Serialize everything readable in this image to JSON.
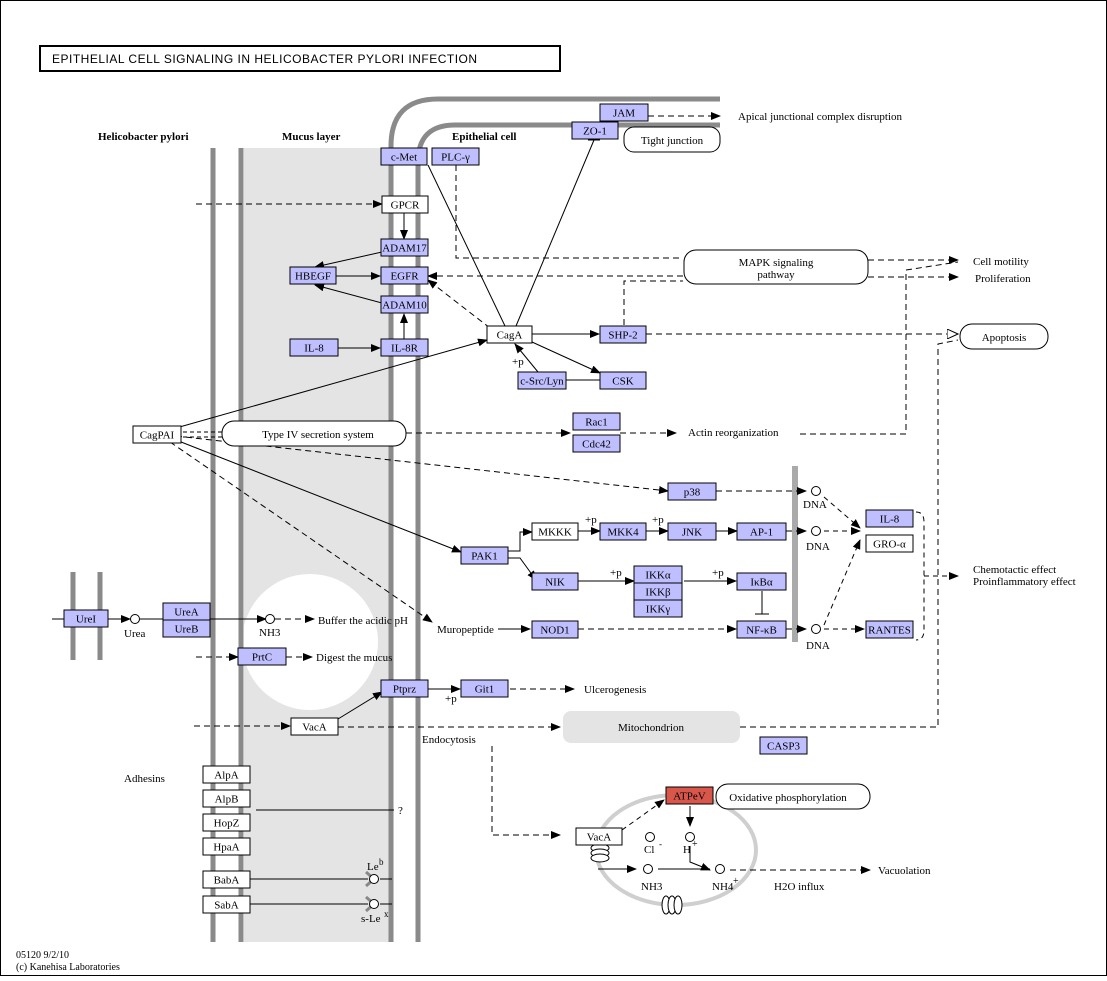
{
  "title": "EPITHELIAL CELL SIGNALING IN HELICOBACTER PYLORI INFECTION",
  "footer": {
    "id_date": "05120 9/2/10",
    "copyright": "(c) Kanehisa Laboratories"
  },
  "colors": {
    "gene_fill": "#bfbfff",
    "highlight_fill": "#d8564a",
    "compartment_gray": "#8a8a8a",
    "mucus_fill": "#e4e4e4"
  },
  "regions": {
    "h_pylori": "Helicobacter pylori",
    "mucus": "Mucus layer",
    "epithelial": "Epithelial cell"
  },
  "genes": {
    "cmet": "c-Met",
    "plcy": "PLC-γ",
    "jam": "JAM",
    "zo1": "ZO-1",
    "adam17": "ADAM17",
    "hbegf": "HBEGF",
    "egfr": "EGFR",
    "adam10": "ADAM10",
    "il8": "IL-8",
    "il8r": "IL-8R",
    "shp2": "SHP-2",
    "csrc": "c-Src/Lyn",
    "csk": "CSK",
    "rac1": "Rac1",
    "cdc42": "Cdc42",
    "p38": "p38",
    "pak1": "PAK1",
    "mkk4": "MKK4",
    "jnk": "JNK",
    "ap1": "AP-1",
    "nik": "NIK",
    "ikka": "IKKα",
    "ikkb": "IKKβ",
    "ikkg": "IKKγ",
    "ikba": "IκBα",
    "nod1": "NOD1",
    "nfkb": "NF-κB",
    "il8out": "IL-8",
    "rantes": "RANTES",
    "urei": "UreI",
    "urea_gene": "UreA",
    "ureb": "UreB",
    "prtc": "PrtC",
    "ptprz": "Ptprz",
    "git1": "Git1",
    "casp3": "CASP3",
    "atpev": "ATPeV"
  },
  "compounds": {
    "gpcr": "GPCR",
    "caga": "CagA",
    "cagpai": "CagPAI",
    "mkkk": "MKKK",
    "groa": "GRO-α",
    "vaca1": "VacA",
    "vaca2": "VacA",
    "alpa": "AlpA",
    "alpb": "AlpB",
    "hopz": "HopZ",
    "hpaa": "HpaA",
    "baba": "BabA",
    "saba": "SabA"
  },
  "maps": {
    "tight_junction": "Tight junction",
    "mapk": [
      "MAPK signaling",
      "pathway"
    ],
    "apoptosis": "Apoptosis",
    "t4ss": "Type IV secretion system",
    "mitochondrion": "Mitochondrion",
    "oxphos": "Oxidative phosphorylation"
  },
  "labels": {
    "apical": "Apical junctional complex disruption",
    "cell_motility": "Cell motility",
    "proliferation": "Proliferation",
    "actin": "Actin reorganization",
    "chemotactic": "Chemotactic effect",
    "proinflammatory": "Proinflammatory effect",
    "buffer": "Buffer the acidic pH",
    "digest": "Digest the mucus",
    "ulcerogenesis": "Ulcerogenesis",
    "muropeptide": "Muropeptide",
    "endocytosis": "Endocytosis",
    "adhesins": "Adhesins",
    "urea": "Urea",
    "nh3_a": "NH3",
    "dna1": "DNA",
    "dna2": "DNA",
    "dna3": "DNA",
    "cl": "Cl",
    "h": "H",
    "nh3_b": "NH3",
    "nh4": "NH4",
    "vacuolation": "Vacuolation",
    "h2o": "H2O influx",
    "qmark": "?",
    "leb": "Le",
    "leb_sup": "b",
    "slex": "s-Le",
    "slex_sup": "x",
    "p1": "+p",
    "p2": "+p",
    "p3": "+p",
    "p4": "+p",
    "p5": "+p",
    "p6": "+p"
  }
}
